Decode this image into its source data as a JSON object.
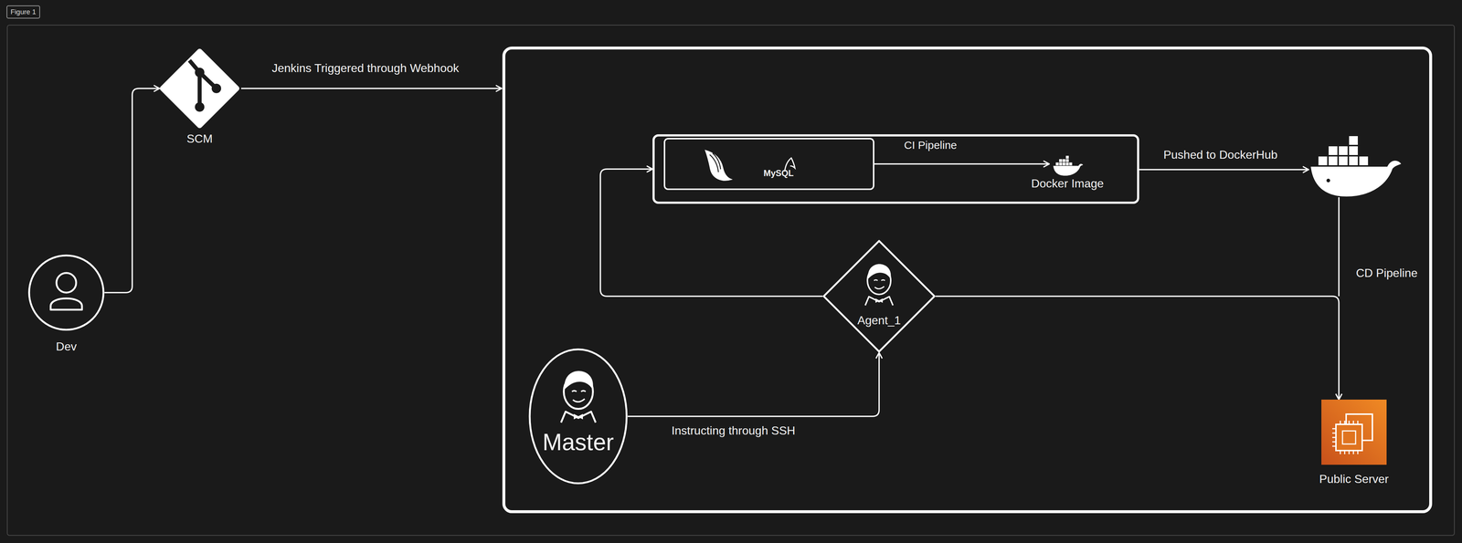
{
  "diagram": {
    "nodes": [
      {
        "text": [
          "Dev"
        ]
      },
      {
        "text": [
          "SCM"
        ]
      },
      {
        "text": [
          "CI Pipeline"
        ]
      },
      {
        "text": [
          "MySQL"
        ],
        "in": 2
      },
      {
        "text": [
          "Docker Image"
        ],
        "in": 2
      },
      {
        "text": [
          "Agent_1"
        ]
      },
      {
        "text": [
          "Master"
        ]
      },
      {
        "text": [
          "Public Server"
        ]
      }
    ],
    "edges": [
      {
        "from": 0,
        "to": 1,
        "arrow": "to"
      },
      {
        "from": 3,
        "to": 4,
        "arrow": "to"
      },
      {
        "from": 5,
        "to": 2,
        "arrow": "to"
      },
      {
        "from": 6,
        "to": 5,
        "label": "Instructing through SSH",
        "arrow": "to"
      },
      {
        "from": 5,
        "to": 7,
        "label": "CD Pipeline",
        "arrow": "to"
      }
    ],
    "labels": [
      "Figure 1",
      "Jenkins Triggered through Webhook",
      "Pushed to DockerHub"
    ]
  }
}
